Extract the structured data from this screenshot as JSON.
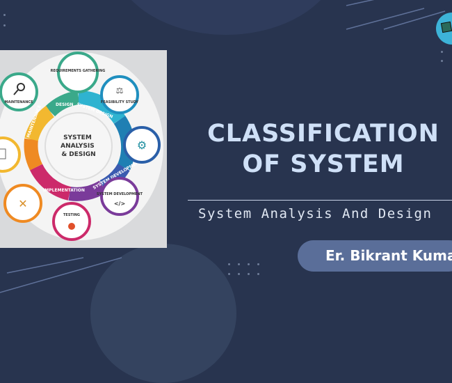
{
  "title": {
    "line1": "CLASSIFICATION",
    "line2": "OF SYSTEM"
  },
  "subtitle": "System Analysis And Design",
  "author": "Er. Bikrant Kumar",
  "diagram": {
    "center": [
      "SYSTEM",
      "ANALYSIS",
      "& DESIGN"
    ],
    "ring": [
      "DESIGN",
      "SYSTEM DESIGN",
      "SYSTEM DEVELOPMENT",
      "SYSTEM DEVELOPMENT",
      "IMPLEMENTATION",
      "IMPLEMENTATION",
      "MAINTENANCE"
    ],
    "nodes": [
      {
        "label": "REQUIREMENTS GATHERING",
        "icon": "none"
      },
      {
        "label": "FEASIBILITY STUDY",
        "icon": "scale-icon"
      },
      {
        "label": "",
        "icon": "gears-icon"
      },
      {
        "label": "SYSTEM DEVELOPMENT",
        "icon": "code-icon"
      },
      {
        "label": "TESTING",
        "icon": "bug-icon"
      },
      {
        "label": "",
        "icon": "tools-icon"
      },
      {
        "label": "",
        "icon": "document-icon"
      },
      {
        "label": "MAINTENANCE",
        "icon": "magnifier-icon"
      }
    ]
  },
  "colors": {
    "background": "#28344f",
    "title": "#cfe0f7",
    "author_pill": "#5a6e99",
    "logo": "#3db3d8"
  }
}
